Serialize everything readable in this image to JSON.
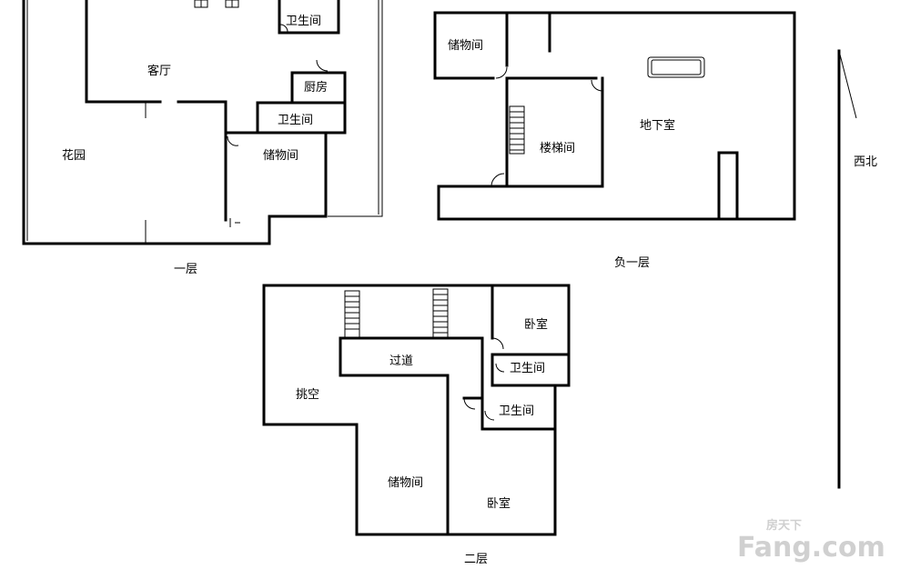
{
  "floor1": {
    "caption": "一层",
    "rooms": {
      "bathroom_top": "卫生间",
      "living_room": "客厅",
      "kitchen": "厨房",
      "bathroom_mid": "卫生间",
      "storage": "储物间",
      "garden": "花园"
    }
  },
  "basement": {
    "caption": "负一层",
    "rooms": {
      "storage": "储物间",
      "stairwell": "楼梯间",
      "basement_room": "地下室"
    }
  },
  "floor2": {
    "caption": "二层",
    "rooms": {
      "bedroom_top": "卧室",
      "corridor": "过道",
      "bathroom_1": "卫生间",
      "void": "挑空",
      "bathroom_2": "卫生间",
      "storage": "储物间",
      "bedroom_bottom": "卧室"
    }
  },
  "compass": {
    "label": "西北"
  },
  "watermark": {
    "top": "房天下",
    "main": "Fang.com"
  }
}
